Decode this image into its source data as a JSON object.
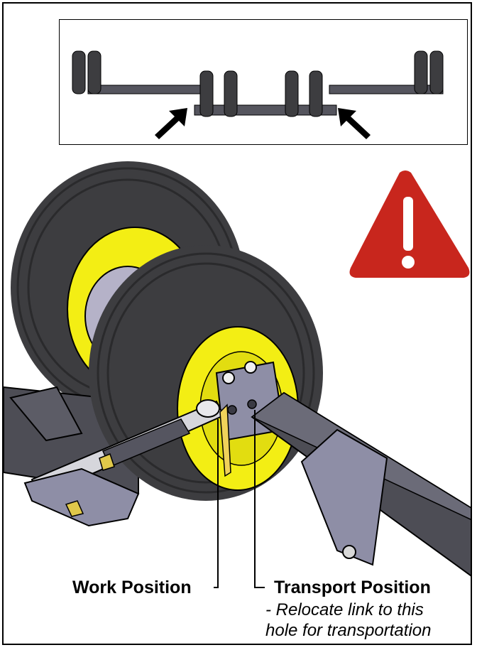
{
  "labels": {
    "work_position": "Work Position",
    "transport_position": "Transport Position",
    "transport_note_line1": "- Relocate link to this",
    "transport_note_line2": "hole for transportation"
  },
  "colors": {
    "warning_red": "#c8261d",
    "tire": "#3d3d40",
    "rim": "#f3ee14",
    "steel": "#6b6b78",
    "bracket": "#8e8ea6",
    "link_yellow": "#f0d25a"
  },
  "icons": [
    "warning-triangle-icon",
    "arrow-icon"
  ]
}
